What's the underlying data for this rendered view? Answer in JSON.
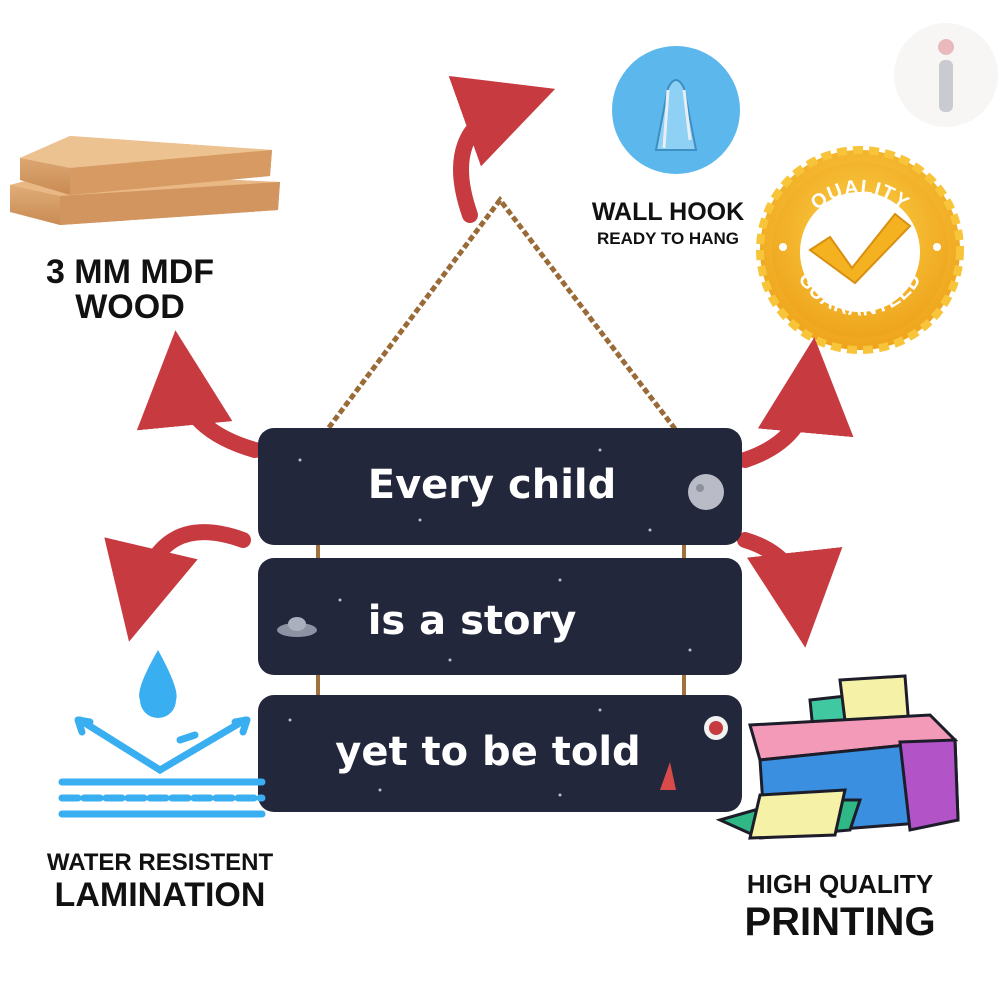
{
  "features": {
    "wood": {
      "line1": "3 MM MDF",
      "line2": "WOOD"
    },
    "hook": {
      "title": "WALL HOOK",
      "subtitle": "READY TO HANG"
    },
    "badge": {
      "top": "QUALITY",
      "bottom": "GUARANTEED"
    },
    "water": {
      "line1": "WATER RESISTENT",
      "line2": "LAMINATION"
    },
    "printing": {
      "line1": "HIGH QUALITY",
      "line2": "PRINTING"
    }
  },
  "boards": [
    {
      "text": "Every child"
    },
    {
      "text": "is a story"
    },
    {
      "text": "yet to be told"
    }
  ],
  "logo": {
    "letter": "i"
  },
  "colors": {
    "arrow": "#c73a40",
    "board": "#23273c",
    "water": "#39aef0",
    "hook": "#5cb7ec",
    "badge": "#f5b62a"
  }
}
